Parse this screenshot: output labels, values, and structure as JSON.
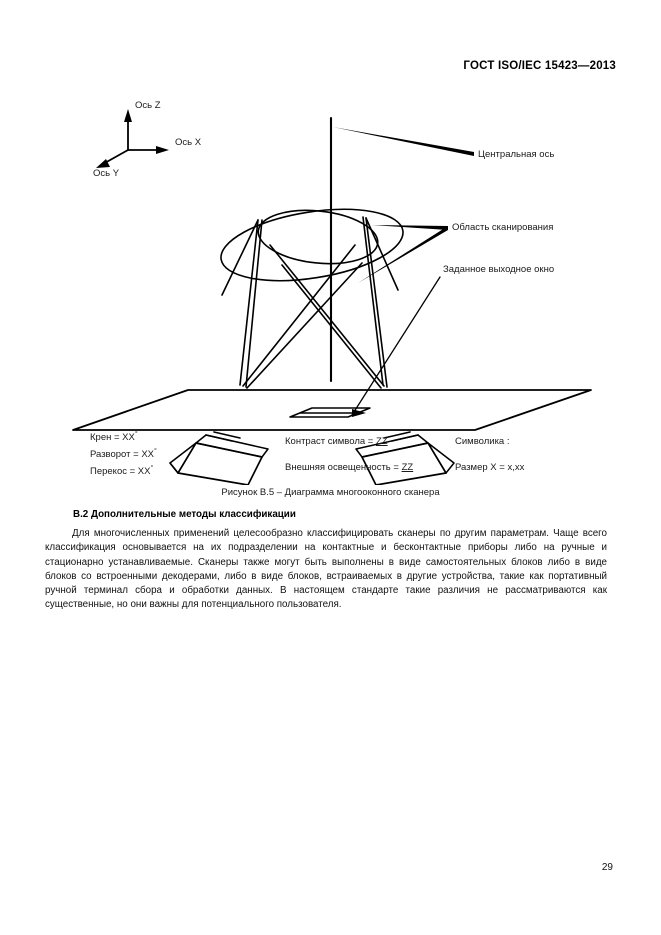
{
  "header": {
    "standard_title": "ГОСТ ISO/IEC 15423—2013"
  },
  "figure": {
    "axes": {
      "z_label": "Ось Z",
      "x_label": "Ось X",
      "y_label": "Ось Y"
    },
    "callouts": {
      "central_axis": "Центральная ось",
      "scan_area": "Область сканирования",
      "output_window": "Заданное выходное окно"
    },
    "params_left": [
      {
        "name": "Крен",
        "value": "XX",
        "unit": "°"
      },
      {
        "name": "Разворот",
        "value": "XX",
        "unit": "°"
      },
      {
        "name": "Перекос",
        "value": "XX",
        "unit": "°"
      }
    ],
    "params_left_text": [
      "Крен = XX",
      "Разворот = XX",
      "Перекос = XX"
    ],
    "params_mid": [
      {
        "label": "Контраст символа =",
        "value": "ZZ"
      },
      {
        "label": "Внешняя освещенность =",
        "value": "ZZ"
      }
    ],
    "params_right": [
      {
        "label": "Символика :",
        "value": ""
      },
      {
        "label": "Размер X =",
        "value": "x,xx"
      }
    ],
    "caption": "Рисунок В.5 – Диаграмма многооконного сканера"
  },
  "body": {
    "heading": "В.2 Дополнительные методы классификации",
    "paragraph": "Для многочисленных применений целесообразно классифицировать сканеры по другим параметрам. Чаще всего классификация основывается на их подразделении на контактные и бесконтактные приборы либо на ручные и стационарно устанавливаемые. Сканеры также могут быть выполнены в виде самостоятельных блоков либо в виде блоков со встроенными декодерами, либо в виде блоков, встраиваемых в другие устройства, такие как портативный ручной терминал сбора и обработки данных. В настоящем стандарте такие различия не рассматриваются как существенные, но они важны для потенциального пользователя."
  },
  "footer": {
    "page_number": "29"
  },
  "colors": {
    "ink": "#000000",
    "text": "#111111",
    "background": "#ffffff"
  }
}
